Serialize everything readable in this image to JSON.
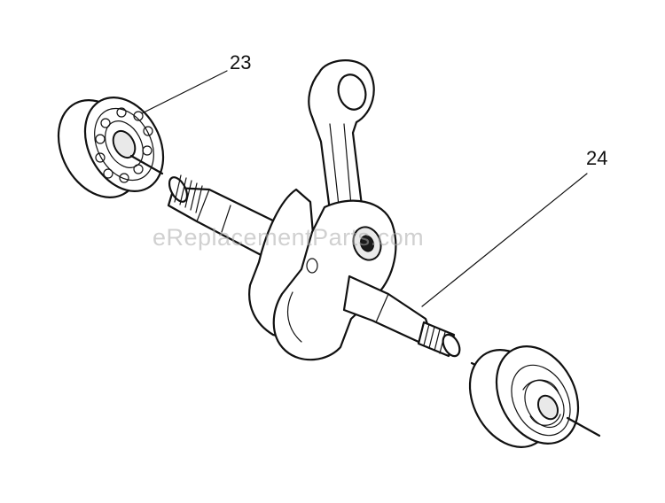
{
  "diagram": {
    "callouts": [
      {
        "number": "23"
      },
      {
        "number": "24"
      }
    ],
    "watermark": "eReplacementParts.com"
  },
  "colors": {
    "line": "#111111",
    "background": "#ffffff",
    "watermark": "#aaaaaa"
  }
}
